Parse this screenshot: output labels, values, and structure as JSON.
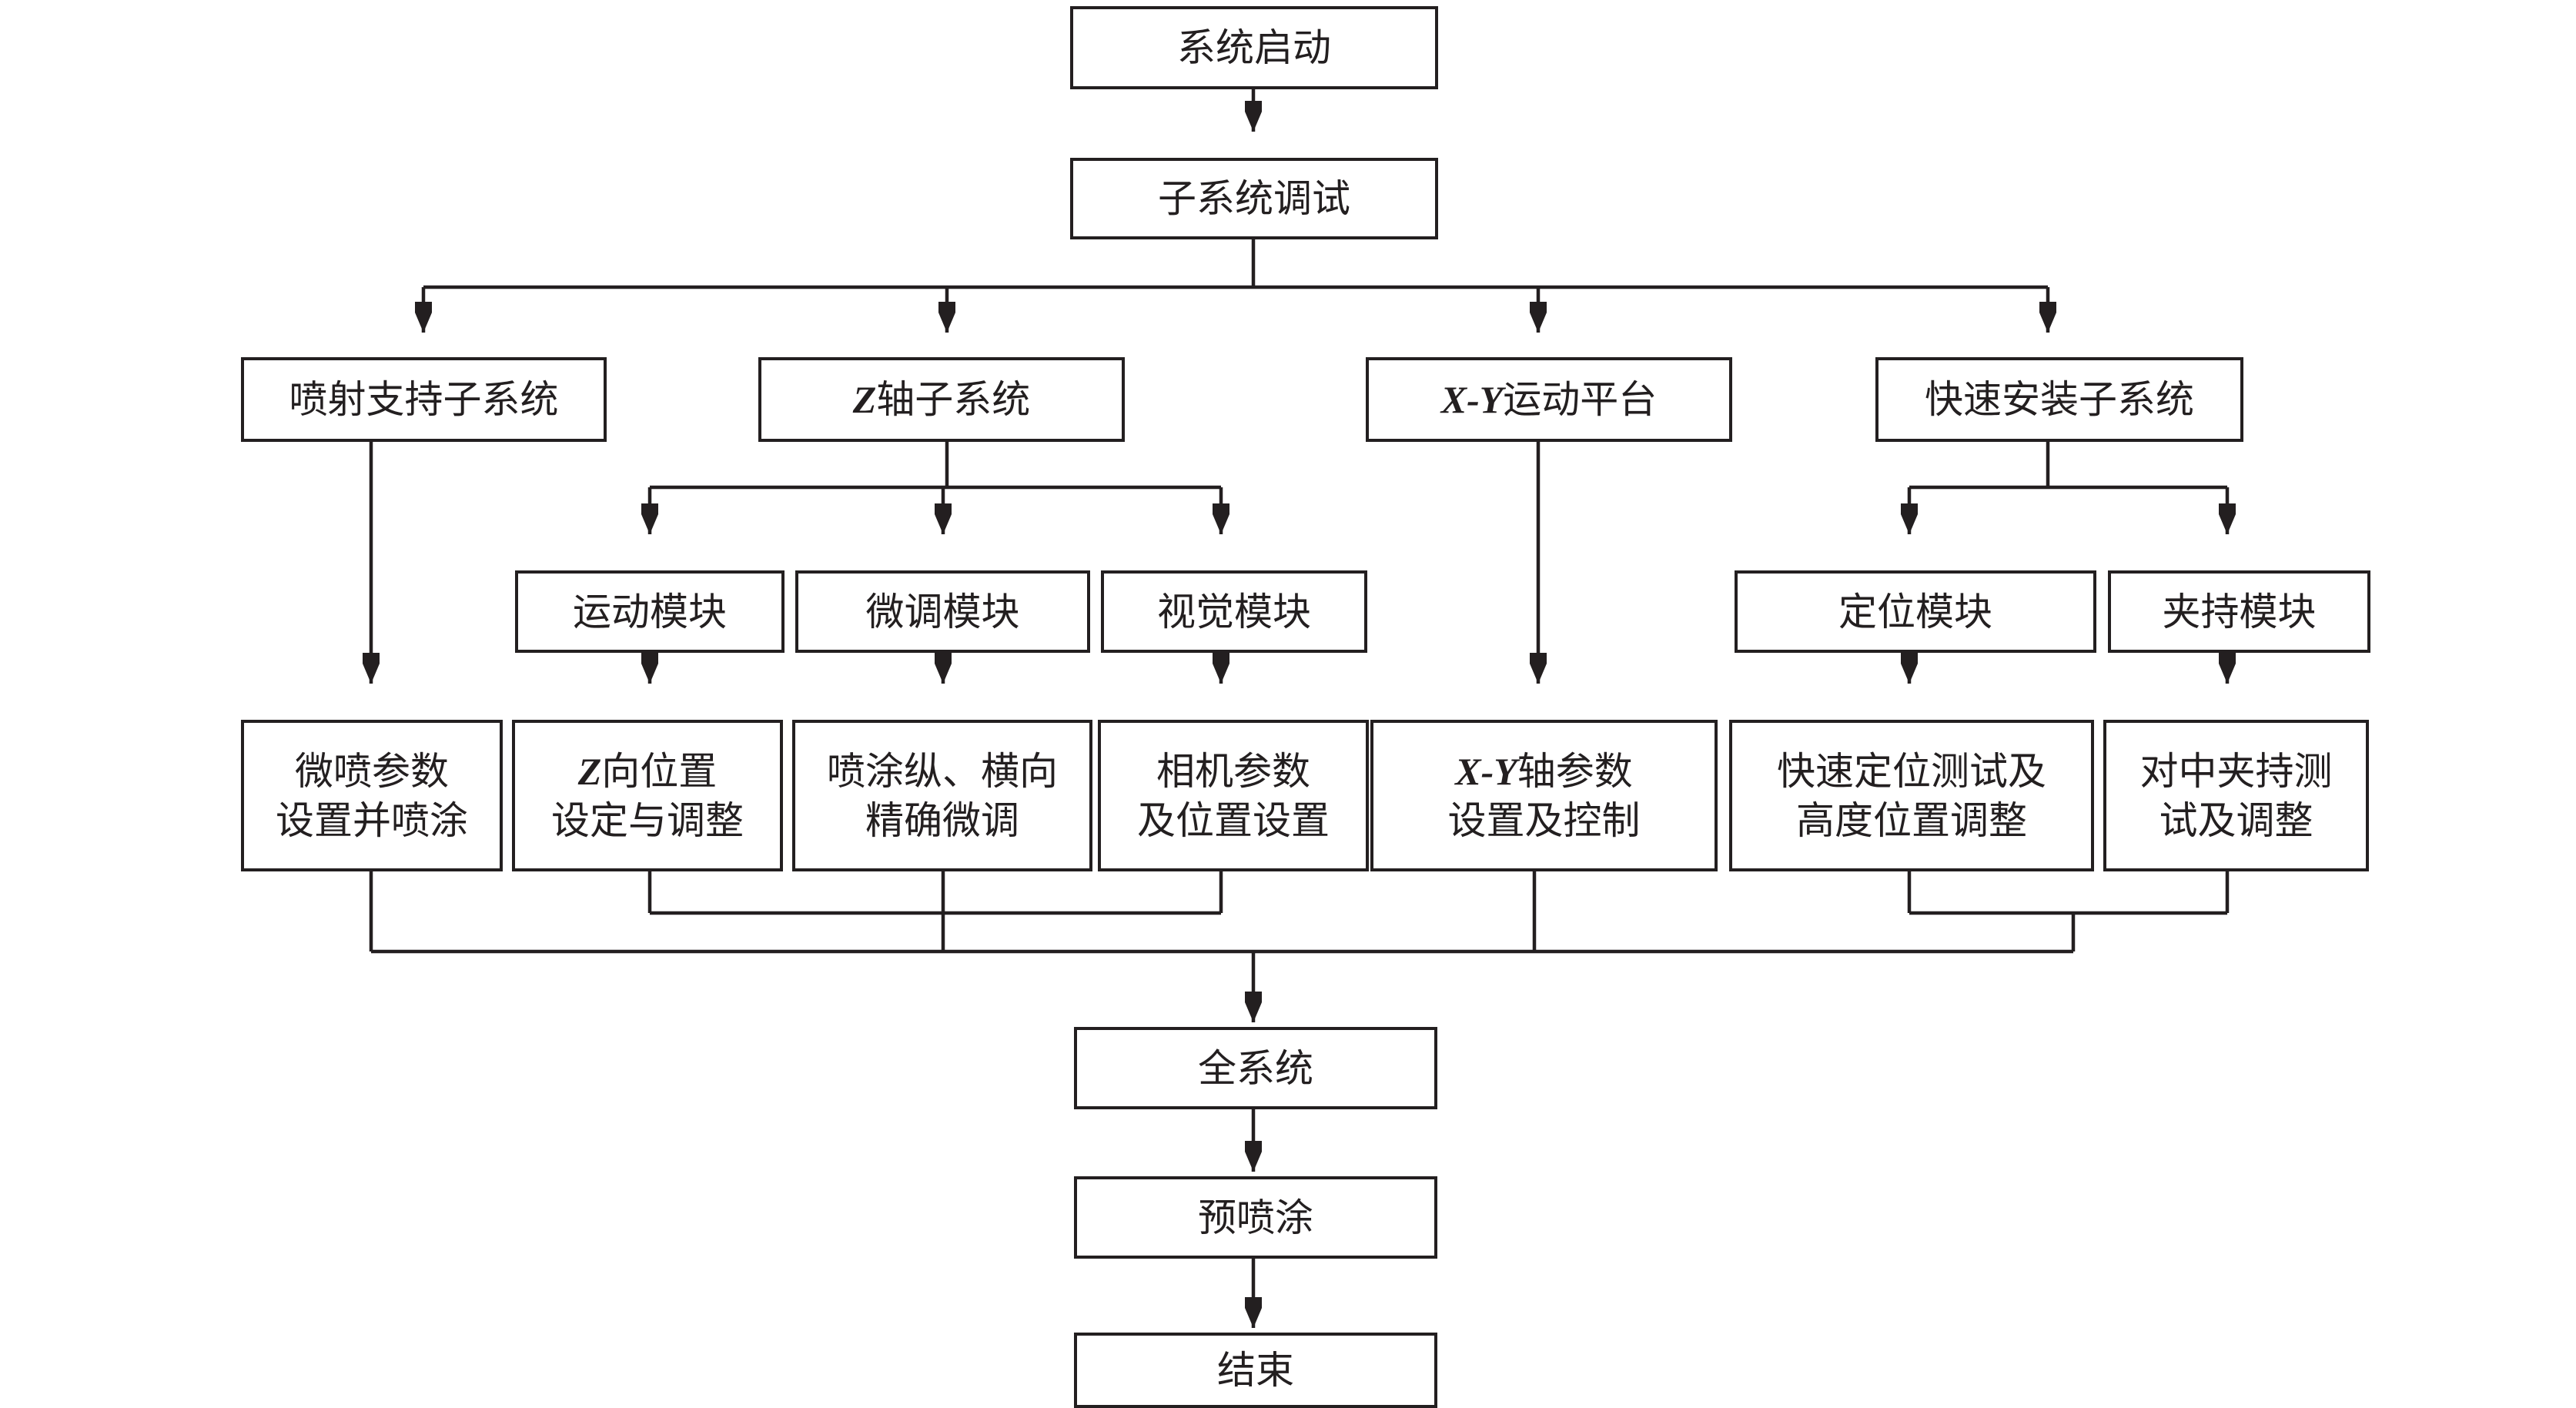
{
  "nodes": {
    "start": "系统启动",
    "subsystem_debug": "子系统调试",
    "spray_support": "喷射支持子系统",
    "z_axis": {
      "em": "Z",
      "rest": "轴子系统"
    },
    "xy_platform": {
      "em": "X-Y",
      "rest": "运动平台"
    },
    "quick_mount": "快速安装子系统",
    "motion_module": "运动模块",
    "fine_tune_module": "微调模块",
    "vision_module": "视觉模块",
    "positioning_module": "定位模块",
    "clamping_module": "夹持模块",
    "micro_spray_params": {
      "line1": "微喷参数",
      "line2": "设置并喷涂"
    },
    "z_position": {
      "em": "Z",
      "line1_rest": "向位置",
      "line2": "设定与调整"
    },
    "spray_fine_tune": {
      "line1": "喷涂纵、横向",
      "line2": "精确微调"
    },
    "camera_params": {
      "line1": "相机参数",
      "line2": "及位置设置"
    },
    "xy_axis_params": {
      "em": "X-Y",
      "line1_rest": "轴参数",
      "line2": "设置及控制"
    },
    "quick_positioning_test": {
      "line1": "快速定位测试及",
      "line2": "高度位置调整"
    },
    "centering_clamp_test": {
      "line1": "对中夹持测",
      "line2": "试及调整"
    },
    "full_system": "全系统",
    "pre_spray": "预喷涂",
    "end": "结束"
  },
  "colors": {
    "line": "#231f20",
    "text": "#231f20",
    "background": "#ffffff"
  }
}
